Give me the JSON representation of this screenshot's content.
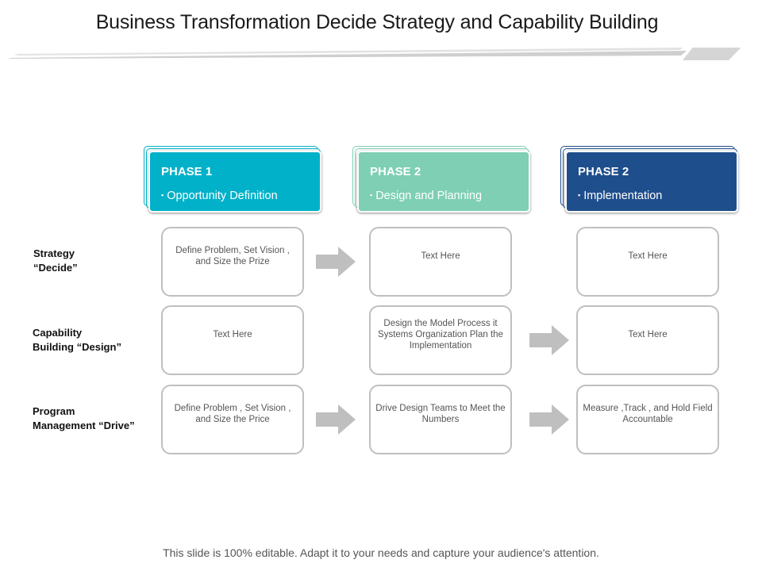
{
  "title": "Business Transformation Decide Strategy and Capability Building",
  "phases": [
    {
      "title": "PHASE 1",
      "item": "Opportunity  Definition",
      "color": "#00b1c9"
    },
    {
      "title": "PHASE 2",
      "item": "Design and Planning",
      "color": "#7ecfb4"
    },
    {
      "title": "PHASE 2",
      "item": "Implementation",
      "color": "#1f4e8c"
    }
  ],
  "bullet_glyph": "▪",
  "rows": [
    {
      "label": "Strategy\n“Decide”",
      "cells": [
        "Define Problem, Set Vision , and Size the Prize",
        "Text Here",
        "Text Here"
      ]
    },
    {
      "label": "Capability\nBuilding “Design”",
      "cells": [
        "Text Here",
        "Design the Model Process it Systems Organization Plan the Implementation",
        "Text Here"
      ]
    },
    {
      "label": "Program\nManagement “Drive”",
      "cells": [
        "Define Problem , Set Vision , and Size the Price",
        "Drive Design Teams to Meet the Numbers",
        "Measure ,Track , and Hold Field Accountable"
      ]
    }
  ],
  "arrow_color": "#bfbfbf",
  "footer": "This slide is 100% editable. Adapt it to your needs and capture your audience's attention."
}
